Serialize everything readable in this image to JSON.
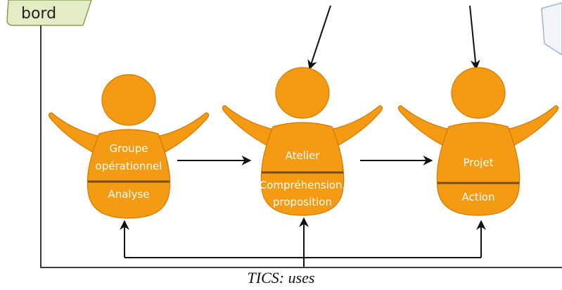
{
  "tab": {
    "label": "bord"
  },
  "figures": [
    {
      "name": "groupe-operationnel",
      "top_lines": [
        "Groupe",
        "opérationnel"
      ],
      "bottom_lines": [
        "Analyse"
      ]
    },
    {
      "name": "atelier",
      "top_lines": [
        "Atelier"
      ],
      "bottom_lines": [
        "Compréhension,",
        "proposition"
      ]
    },
    {
      "name": "projet",
      "top_lines": [
        "Projet"
      ],
      "bottom_lines": [
        "Action"
      ]
    }
  ],
  "caption": "TICS: uses",
  "colors": {
    "figure_fill": "#f59a13",
    "figure_stroke": "#d07a00",
    "divider": "#7a4a0a",
    "tab_fill": "#e3ecc3",
    "arrow": "#111111"
  }
}
